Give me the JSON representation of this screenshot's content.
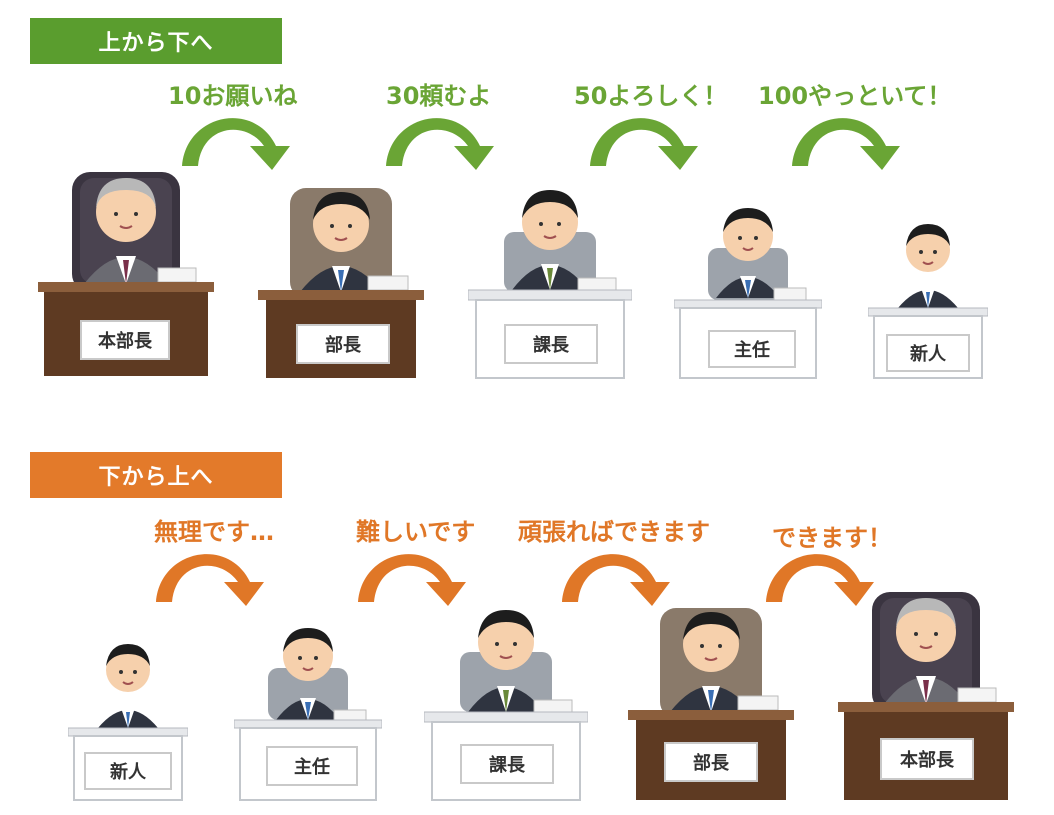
{
  "sections": {
    "top": {
      "title": "上から下へ",
      "color": "#5a9d2e",
      "messages": [
        "10お願いね",
        "30頼むよ",
        "50よろしく！",
        "100やっといて！"
      ],
      "ranks": [
        "本部長",
        "部長",
        "課長",
        "主任",
        "新人"
      ]
    },
    "bottom": {
      "title": "下から上へ",
      "color": "#e37a2a",
      "messages": [
        "無理です…",
        "難しいです",
        "頑張ればできます",
        "できます！"
      ],
      "ranks": [
        "新人",
        "主任",
        "課長",
        "部長",
        "本部長"
      ]
    }
  }
}
